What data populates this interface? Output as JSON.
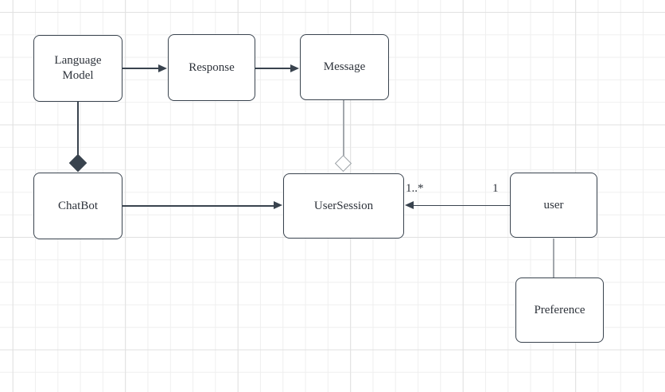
{
  "diagram": {
    "nodes": [
      {
        "id": "language-model",
        "label": "Language Model"
      },
      {
        "id": "response",
        "label": "Response"
      },
      {
        "id": "message",
        "label": "Message"
      },
      {
        "id": "chatbot",
        "label": "ChatBot"
      },
      {
        "id": "usersession",
        "label": "UserSession"
      },
      {
        "id": "user",
        "label": "user"
      },
      {
        "id": "preference",
        "label": "Preference"
      }
    ],
    "edges": [
      {
        "from": "Language Model",
        "to": "Response",
        "type": "arrow"
      },
      {
        "from": "Response",
        "to": "Message",
        "type": "arrow"
      },
      {
        "from": "ChatBot",
        "to": "UserSession",
        "type": "arrow"
      },
      {
        "from": "user",
        "to": "UserSession",
        "type": "arrow",
        "source_label": "1",
        "target_label": "1..*"
      },
      {
        "from": "Language Model",
        "to": "ChatBot",
        "type": "composition-filled-diamond"
      },
      {
        "from": "Message",
        "to": "UserSession",
        "type": "aggregation-hollow-diamond"
      },
      {
        "from": "user",
        "to": "Preference",
        "type": "plain-line"
      }
    ],
    "colors": {
      "node_border": "#39434e",
      "edge_dark": "#39434e",
      "edge_gray": "#a2a7ac",
      "grid_minor": "#efefef",
      "grid_major": "#e1e1e1",
      "background": "#ffffff",
      "text": "#2e333b"
    }
  }
}
